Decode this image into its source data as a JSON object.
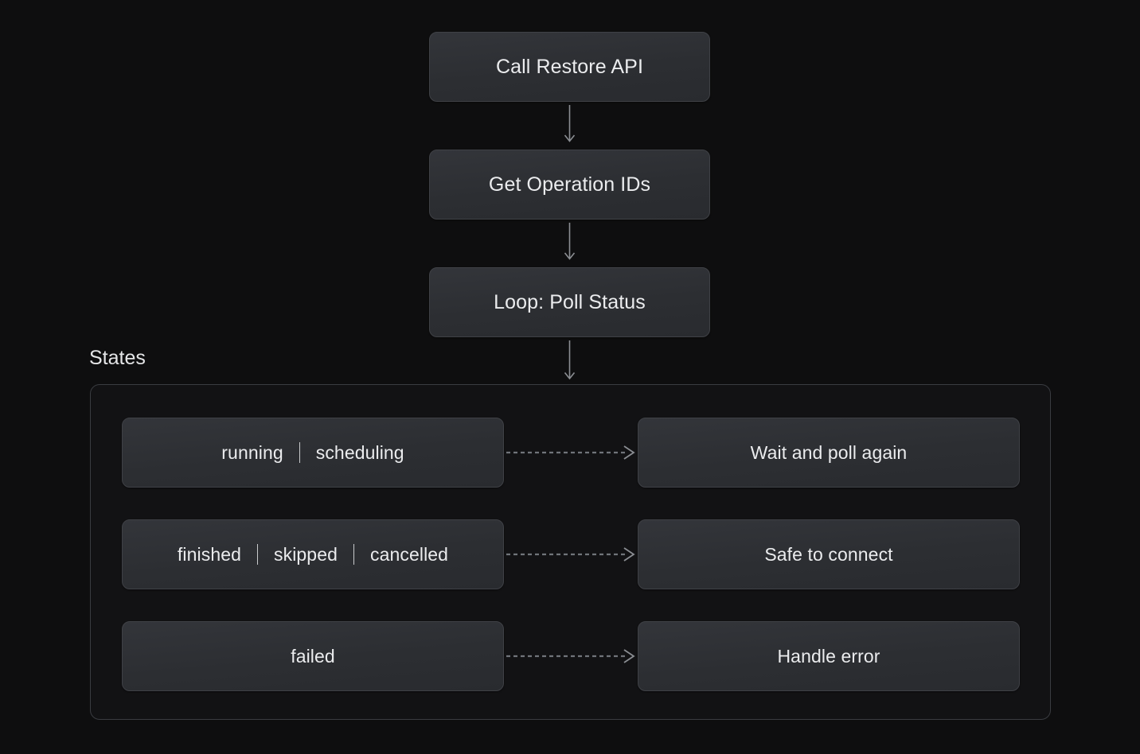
{
  "diagram": {
    "background_color": "#0e0e0f",
    "node_fill": "#2e3034",
    "node_border": "#3f4146",
    "text_color": "#ebecee",
    "connector_color": "#8b8e93",
    "flow": [
      {
        "id": "call-restore-api",
        "label": "Call Restore API"
      },
      {
        "id": "get-operation-ids",
        "label": "Get Operation IDs"
      },
      {
        "id": "loop-poll-status",
        "label": "Loop: Poll Status"
      }
    ],
    "arrows": [
      {
        "id": "call-to-get",
        "type": "solid-down"
      },
      {
        "id": "get-to-loop",
        "type": "solid-down"
      },
      {
        "id": "loop-to-states",
        "type": "solid-down"
      }
    ],
    "states_group": {
      "label": "States",
      "rows": [
        {
          "id": "row-1",
          "states": [
            "running",
            "scheduling"
          ],
          "connector": "dashed-right",
          "action": "Wait and poll again"
        },
        {
          "id": "row-2",
          "states": [
            "finished",
            "skipped",
            "cancelled"
          ],
          "connector": "dashed-right",
          "action": "Safe to connect"
        },
        {
          "id": "row-3",
          "states": [
            "failed"
          ],
          "connector": "dashed-right",
          "action": "Handle error"
        }
      ]
    }
  }
}
